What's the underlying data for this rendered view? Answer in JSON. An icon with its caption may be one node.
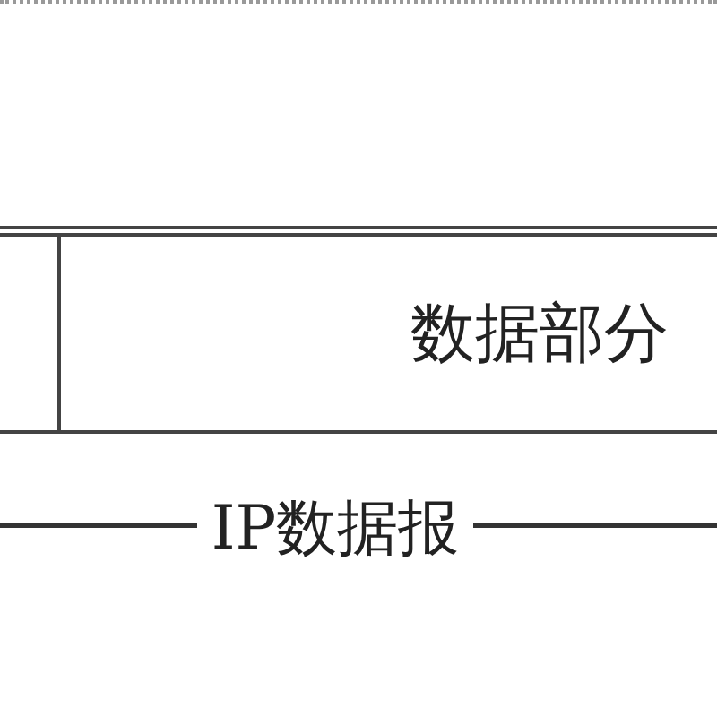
{
  "diagram": {
    "nodes": [
      {
        "text": [],
        "shape": "box"
      },
      {
        "text": [
          "数据部分"
        ]
      }
    ],
    "labels": [
      "IP数据报"
    ]
  }
}
